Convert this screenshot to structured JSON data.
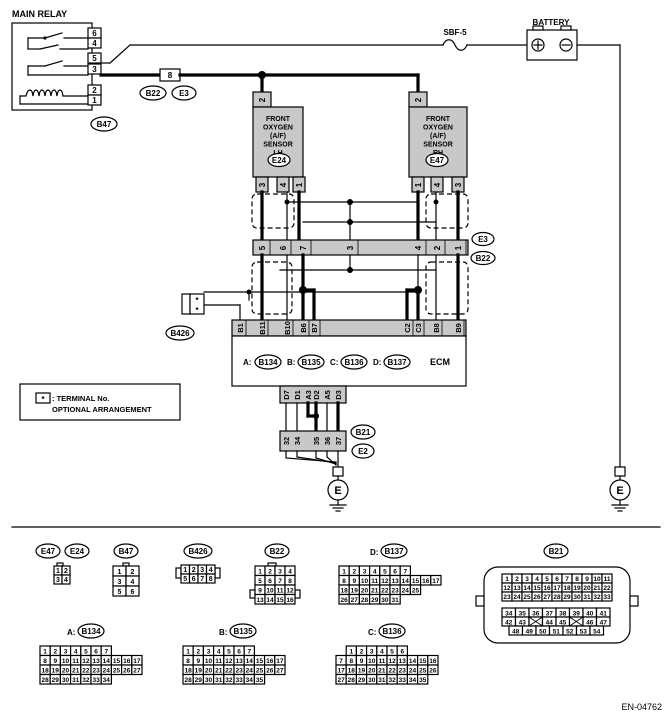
{
  "labels": {
    "main_relay": "MAIN RELAY",
    "battery": "BATTERY",
    "fuse": "SBF-5",
    "ecm": "ECM",
    "sensor_lh": [
      "FRONT",
      "OXYGEN",
      "(A/F)",
      "SENSOR",
      "LH"
    ],
    "sensor_rh": [
      "FRONT",
      "OXYGEN",
      "(A/F)",
      "SENSOR",
      "RH"
    ],
    "note_symbol": "*",
    "note_line1": ": TERMINAL No.",
    "note_line2": "OPTIONAL ARRANGEMENT",
    "ground": "E",
    "figure_id": "EN-04762"
  },
  "connectors": {
    "b22": "B22",
    "e3": "E3",
    "b47": "B47",
    "e24": "E24",
    "e47": "E47",
    "b426": "B426",
    "b21": "B21",
    "e2": "E2",
    "b134": "B134",
    "b135": "B135",
    "b136": "B136",
    "b137": "B137",
    "ecm_a": "A:",
    "ecm_b": "B:",
    "ecm_c": "C:",
    "ecm_d": "D:"
  },
  "relay_pins": [
    "6",
    "4",
    "5",
    "3",
    "2",
    "1"
  ],
  "pins": {
    "b22_e3_relay": "8",
    "sensor_lh_top": "2",
    "sensor_rh_top": "2",
    "sensor_lh_bottom": [
      "3",
      "4",
      "1"
    ],
    "sensor_rh_bottom": [
      "1",
      "4",
      "3"
    ],
    "mid_conn": [
      "5",
      "6",
      "7",
      "3",
      "4",
      "2",
      "1"
    ],
    "ecm_top": [
      "B1",
      "B11",
      "B10",
      "B6",
      "B7",
      "C2",
      "C3",
      "B8",
      "B9"
    ],
    "ecm_bottom": [
      "D7",
      "D1",
      "A3",
      "D2",
      "A5",
      "D3"
    ],
    "b21_conn": [
      "32",
      "34",
      "35",
      "36",
      "37"
    ],
    "b426": [
      "*",
      "*"
    ]
  },
  "views": {
    "e47_e24": {
      "label_a": "E47",
      "label_b": "E24",
      "rows": [
        [
          "1",
          "2"
        ],
        [
          "3",
          "4"
        ]
      ]
    },
    "b47": {
      "label": "B47",
      "rows": [
        [
          "1",
          "2"
        ],
        [
          "3",
          "4"
        ],
        [
          "5",
          "6"
        ]
      ]
    },
    "b426": {
      "label": "B426",
      "rows": [
        [
          "1",
          "2",
          "3",
          "4"
        ],
        [
          "5",
          "6",
          "7",
          "8"
        ]
      ]
    },
    "b22": {
      "label": "B22",
      "rows": [
        [
          "1",
          "2",
          "3",
          "4"
        ],
        [
          "5",
          "6",
          "7",
          "8"
        ],
        [
          "9",
          "10",
          "11",
          "12"
        ],
        [
          "13",
          "14",
          "15",
          "16"
        ]
      ]
    },
    "b137": {
      "prefix": "D:",
      "label": "B137",
      "rows": [
        [
          "1",
          "2",
          "3",
          "4",
          "5",
          "6",
          "7"
        ],
        [
          "8",
          "9",
          "10",
          "11",
          "12",
          "13",
          "14",
          "15",
          "16",
          "17"
        ],
        [
          "18",
          "19",
          "20",
          "21",
          "22",
          "23",
          "24",
          "25"
        ],
        [
          "26",
          "27",
          "28",
          "29",
          "30",
          "31"
        ]
      ]
    },
    "b21": {
      "label": "B21",
      "rows": [
        [
          "1",
          "2",
          "3",
          "4",
          "5",
          "6",
          "7",
          "8",
          "9",
          "10",
          "11"
        ],
        [
          "12",
          "13",
          "14",
          "15",
          "16",
          "17",
          "18",
          "19",
          "20",
          "21",
          "22"
        ],
        [
          "23",
          "24",
          "25",
          "26",
          "27",
          "28",
          "29",
          "30",
          "31",
          "32",
          "33"
        ],
        [
          "34",
          "35",
          "36",
          "37",
          "38",
          "39",
          "40",
          "41"
        ],
        [
          "42",
          "43",
          "44",
          "45",
          "46",
          "47"
        ],
        [
          "48",
          "49",
          "50",
          "51",
          "52",
          "53",
          "54"
        ]
      ]
    },
    "b134": {
      "prefix": "A:",
      "label": "B134",
      "rows": [
        [
          "1",
          "2",
          "3",
          "4",
          "5",
          "6",
          "7"
        ],
        [
          "8",
          "9",
          "10",
          "11",
          "12",
          "13",
          "14",
          "15",
          "16",
          "17"
        ],
        [
          "18",
          "19",
          "20",
          "21",
          "22",
          "23",
          "24",
          "25",
          "26",
          "27"
        ],
        [
          "28",
          "29",
          "30",
          "31",
          "32",
          "33",
          "34"
        ]
      ]
    },
    "b135": {
      "prefix": "B:",
      "label": "B135",
      "rows": [
        [
          "1",
          "2",
          "3",
          "4",
          "5",
          "6",
          "7"
        ],
        [
          "8",
          "9",
          "10",
          "11",
          "12",
          "13",
          "14",
          "15",
          "16",
          "17"
        ],
        [
          "18",
          "19",
          "20",
          "21",
          "22",
          "23",
          "24",
          "25",
          "26",
          "27"
        ],
        [
          "28",
          "29",
          "30",
          "31",
          "32",
          "33",
          "34",
          "35"
        ]
      ]
    },
    "b136": {
      "prefix": "C:",
      "label": "B136",
      "rows": [
        [
          "1",
          "2",
          "3",
          "4",
          "5",
          "6"
        ],
        [
          "7",
          "8",
          "9",
          "10",
          "11",
          "12",
          "13",
          "14",
          "15",
          "16"
        ],
        [
          "17",
          "18",
          "19",
          "20",
          "21",
          "22",
          "23",
          "24",
          "25",
          "26"
        ],
        [
          "27",
          "28",
          "29",
          "30",
          "31",
          "32",
          "33",
          "34",
          "35"
        ]
      ]
    }
  }
}
